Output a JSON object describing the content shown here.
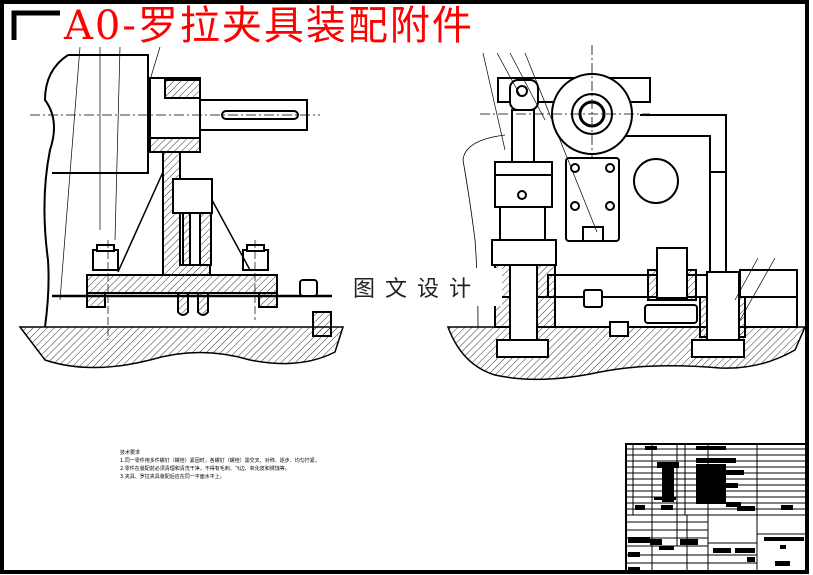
{
  "title": "A0-罗拉夹具装配附件",
  "watermark": "图文设计",
  "notes": {
    "heading": "技术要求",
    "items": [
      "1.同一零件用多件螺钉（螺栓）紧固时，各螺钉（螺栓）需交叉、对称、逐步、均匀拧紧。",
      "2.零件在装配前必须清理和清洗干净，不得有毛刺、飞边、氧化皮和锈蚀等。",
      "3.夹具、罗拉夹具装配后应在同一平面水平上。"
    ]
  },
  "colors": {
    "title": "#ff0000",
    "lines": "#000000"
  }
}
